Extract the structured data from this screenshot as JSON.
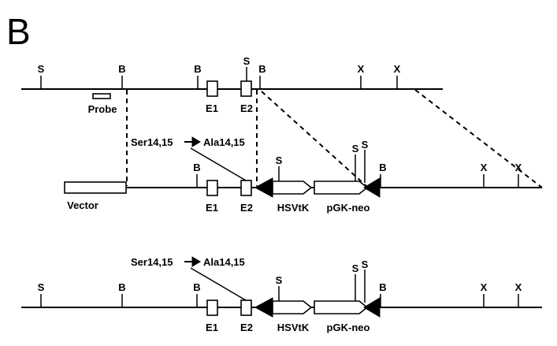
{
  "panel_label": "B",
  "sites": {
    "S": "S",
    "B": "B",
    "X": "X"
  },
  "labels": {
    "probe": "Probe",
    "vector": "Vector",
    "e1": "E1",
    "e2": "E2",
    "hsvtk": "HSVtK",
    "pgk_neo": "pGK-neo",
    "mutation_from": "Ser14,15",
    "mutation_to": "Ala14,15"
  }
}
